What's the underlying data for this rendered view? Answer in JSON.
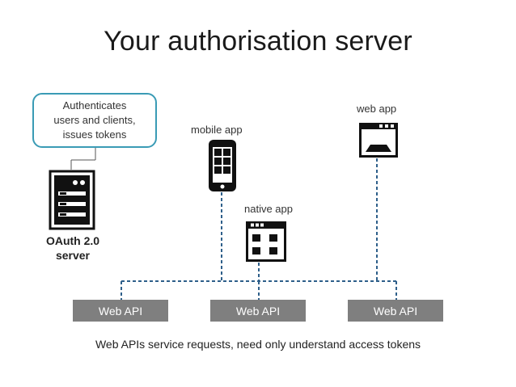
{
  "title": "Your authorisation server",
  "callout": {
    "lines": [
      "Authenticates",
      "users and clients,",
      "issues tokens"
    ]
  },
  "server": {
    "label_lines": [
      "OAuth 2.0",
      "server"
    ],
    "icon": "server-icon"
  },
  "clients": {
    "mobile_app": "mobile app",
    "native_app": "native app",
    "web_app": "web app"
  },
  "icons": {
    "mobile": "mobile-phone-icon",
    "native": "app-window-icon",
    "web": "browser-window-icon"
  },
  "apis": [
    {
      "label": "Web API"
    },
    {
      "label": "Web API"
    },
    {
      "label": "Web API"
    }
  ],
  "caption": "Web APIs service requests, need only understand access tokens",
  "colors": {
    "callout_border": "#3a9bb5",
    "connector": "#2e5f8a",
    "api_fill": "#7f7f7f",
    "icon": "#111111"
  }
}
